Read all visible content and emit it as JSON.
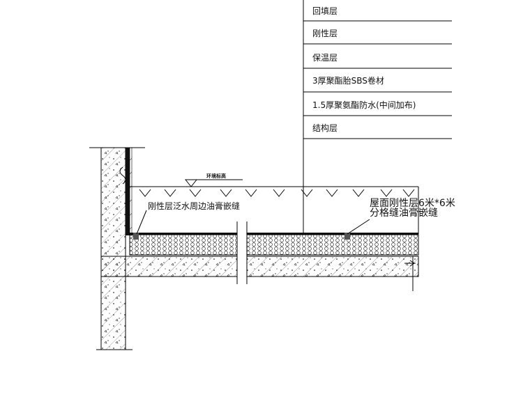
{
  "layer_labels": [
    "回填层",
    "刚性层",
    "保温层",
    "3厚聚酯胎SBS卷材",
    "1.5厚聚氨酯防水(中间加布)",
    "结构层"
  ],
  "annotations": {
    "ground_level": "环境标高",
    "flashing_note": "刚性层泛水周边油膏嵌缝",
    "rigid_grid_note_line1": "屋面刚性层6米*6米",
    "rigid_grid_note_line2": "分格缝油膏嵌缝"
  }
}
